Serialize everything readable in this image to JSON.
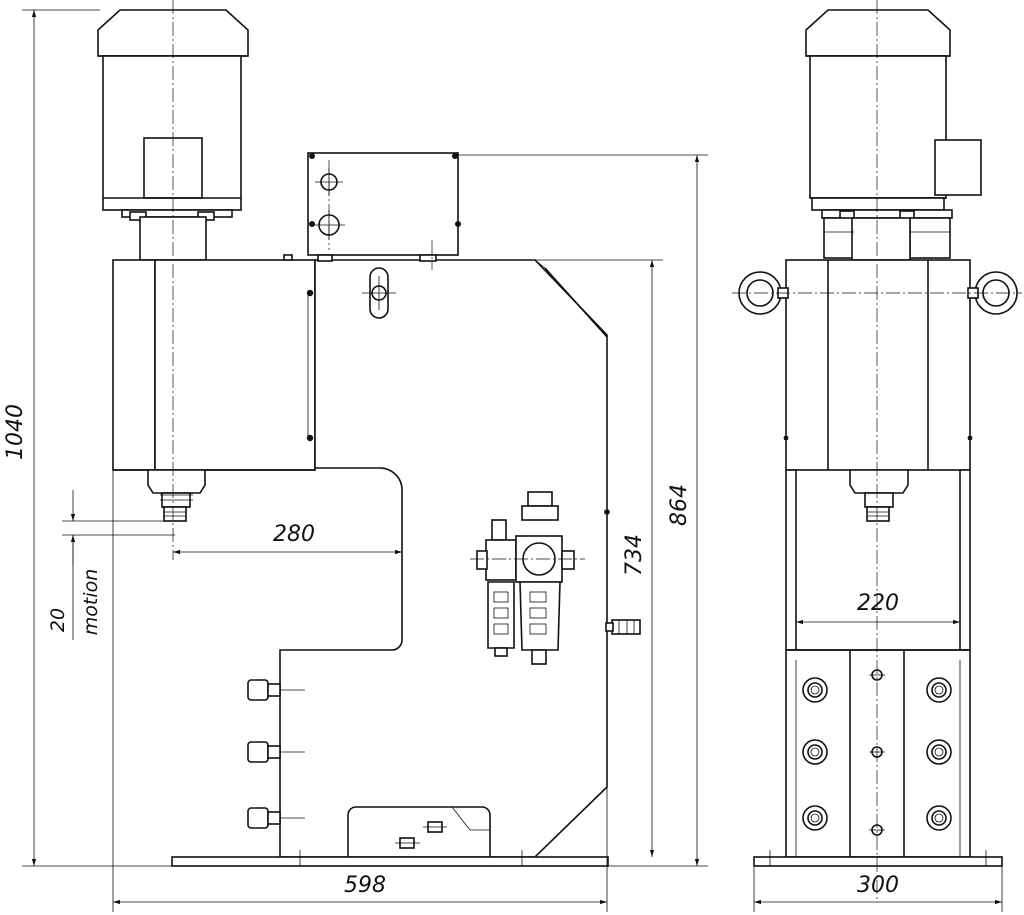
{
  "dimensions": {
    "total_height": "1040",
    "height_864": "864",
    "height_734": "734",
    "throat_depth": "280",
    "stroke_value": "20",
    "stroke_word": "motion",
    "base_width": "598",
    "side_base_width": "300",
    "column_spacing": "220"
  }
}
